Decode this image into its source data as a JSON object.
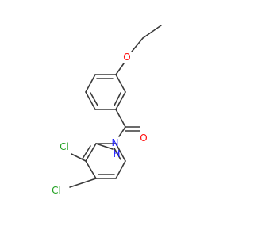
{
  "colors": {
    "background": "#ffffff",
    "bond": "#3a3a3a",
    "carbon": "#3a3a3a",
    "oxygen": "#ff0d0d",
    "nitrogen": "#1919ff",
    "chlorine": "#1fa01f"
  },
  "atoms": {
    "ether_oxygen": "O",
    "carbonyl_oxygen": "O",
    "amide_nitrogen": "N",
    "amide_hydrogen": "H",
    "chlorine_1": "Cl",
    "chlorine_2": "Cl"
  }
}
